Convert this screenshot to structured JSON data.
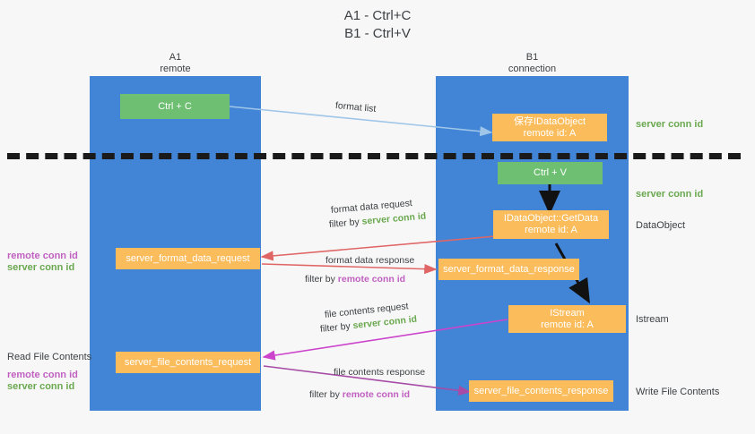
{
  "title": {
    "line1": "A1 - Ctrl+C",
    "line2": "B1 - Ctrl+V"
  },
  "lanes": [
    {
      "id": "a1",
      "name": "A1",
      "subtitle": "remote",
      "color": "#4285d6"
    },
    {
      "id": "b1",
      "name": "B1",
      "subtitle": "connection",
      "color": "#4285d6"
    }
  ],
  "colors": {
    "lane": "#4285d6",
    "box_orange": "#fbbc5c",
    "box_green": "#6fbf73",
    "server_conn": "#6aa84f",
    "remote_conn": "#c060c0",
    "arrow_blue": "#9fc5e8",
    "arrow_red": "#e06666",
    "arrow_magenta": "#cc44cc",
    "arrow_purple": "#a64ca6",
    "arrow_black": "#111111",
    "divider": "#1a1a1a"
  },
  "boxes": {
    "ctrl_c": "Ctrl + C",
    "ctrl_v": "Ctrl + V",
    "save_idataobject_line1": "保存IDataObject",
    "save_idataobject_line2": "remote id: A",
    "getdata_line1": "IDataObject::GetData",
    "getdata_line2": "remote id: A",
    "istream_line1": "IStream",
    "istream_line2": "remote id: A",
    "server_format_data_request": "server_format_data_request",
    "server_format_data_response": "server_format_data_response",
    "server_file_contents_request": "server_file_contents_request",
    "server_file_contents_response": "server_file_contents_response"
  },
  "right_labels": {
    "server_conn_id_top": "server conn id",
    "server_conn_id_second": "server conn id",
    "dataobject": "DataObject",
    "istream": "Istream",
    "write_file_contents": "Write File Contents"
  },
  "left_labels": {
    "remote_conn_id_1": "remote conn id",
    "server_conn_id_1": "server conn id",
    "read_file_contents": "Read File Contents",
    "remote_conn_id_2": "remote conn id",
    "server_conn_id_2": "server conn id"
  },
  "flows": {
    "format_list": "format list",
    "format_data_request": "format data request",
    "format_data_request_filter_prefix": "filter by ",
    "format_data_request_filter_value": "server conn id",
    "format_data_response": "format data response",
    "format_data_response_filter_prefix": "filter by ",
    "format_data_response_filter_value": "remote conn id",
    "file_contents_request": "file contents request",
    "file_contents_request_filter_prefix": "filter by ",
    "file_contents_request_filter_value": "server conn id",
    "file_contents_response": "file contents response",
    "file_contents_response_filter_prefix": "filter by ",
    "file_contents_response_filter_value": "remote conn id"
  }
}
